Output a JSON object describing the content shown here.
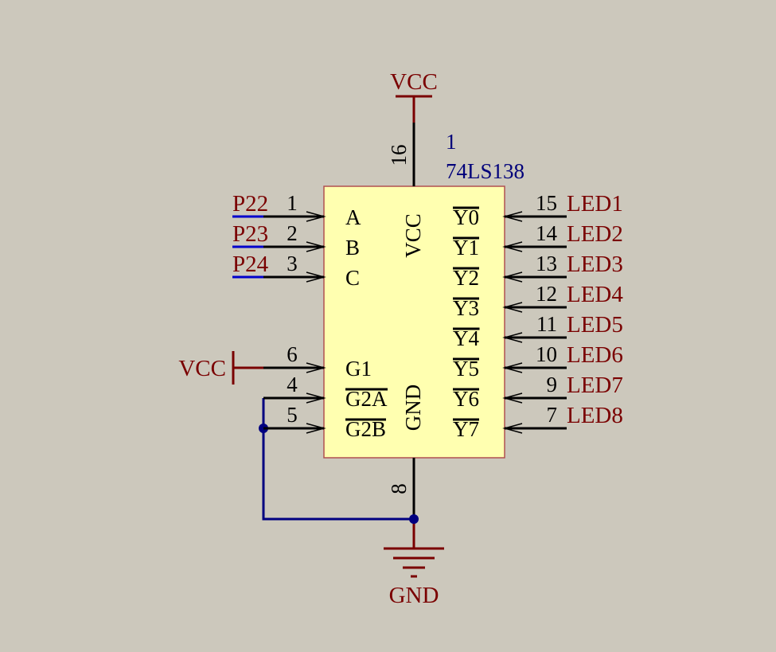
{
  "component": {
    "designator": "1",
    "part": "74LS138",
    "body_fill": "#ffffb0",
    "power_pin_number": "16",
    "power_pin_name": "VCC",
    "ground_pin_number": "8",
    "ground_pin_name": "GND"
  },
  "power": {
    "top_label": "VCC",
    "side_label": "VCC",
    "ground_label": "GND"
  },
  "inputs": [
    {
      "net": "P22",
      "number": "1",
      "name": "A"
    },
    {
      "net": "P23",
      "number": "2",
      "name": "B"
    },
    {
      "net": "P24",
      "number": "3",
      "name": "C"
    }
  ],
  "enables": [
    {
      "number": "6",
      "name": "G1",
      "overbar": false
    },
    {
      "number": "4",
      "name": "G2A",
      "overbar": true
    },
    {
      "number": "5",
      "name": "G2B",
      "overbar": true
    }
  ],
  "outputs": [
    {
      "name": "Y0",
      "number": "15",
      "net": "LED1"
    },
    {
      "name": "Y1",
      "number": "14",
      "net": "LED2"
    },
    {
      "name": "Y2",
      "number": "13",
      "net": "LED3"
    },
    {
      "name": "Y3",
      "number": "12",
      "net": "LED4"
    },
    {
      "name": "Y4",
      "number": "11",
      "net": "LED5"
    },
    {
      "name": "Y5",
      "number": "10",
      "net": "LED6"
    },
    {
      "name": "Y6",
      "number": "9",
      "net": "LED7"
    },
    {
      "name": "Y7",
      "number": "7",
      "net": "LED8"
    }
  ],
  "colors": {
    "background": "#ccc8bc",
    "net_label": "#7a0000",
    "designator": "#00007a",
    "wire": "#000000",
    "ground_wire": "#000080",
    "input_bus": "#0000cc",
    "junction": "#000080"
  }
}
